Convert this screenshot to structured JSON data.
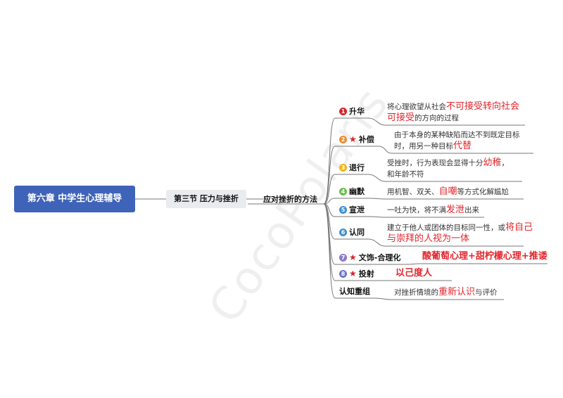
{
  "root": "第六章 中学生心理辅导",
  "section": "第三节 压力与挫折",
  "method": "应对挫折的方法",
  "watermark": "CocoPolaris",
  "colors": {
    "root_bg": "#3f63b8",
    "section_bg": "#e9ebef",
    "line": "#777777",
    "highlight": "#e3242b",
    "star": "#d6262b",
    "badges": [
      "#d6262b",
      "#ee8a2a",
      "#f0b416",
      "#6abf4b",
      "#3d8fd1",
      "#3d8fd1",
      "#8a7bc8",
      "#6d72c7"
    ]
  },
  "items": [
    {
      "num": "1",
      "name": "升华",
      "star": false,
      "lines": [
        [
          {
            "t": "将心理欲望从社会"
          },
          {
            "t": "不可接受转向社会",
            "hl": "red"
          }
        ],
        [
          {
            "t": "可接受",
            "hl": "red"
          },
          {
            "t": "的方向的过程"
          }
        ]
      ]
    },
    {
      "num": "2",
      "name": "补偿",
      "star": true,
      "lines": [
        [
          {
            "t": "由于本身的某种缺陷而达不到既定目标"
          }
        ],
        [
          {
            "t": "时，用另一种目标"
          },
          {
            "t": "代替",
            "hl": "red"
          }
        ]
      ]
    },
    {
      "num": "3",
      "name": "退行",
      "star": false,
      "lines": [
        [
          {
            "t": "受挫时，行为表现会显得十分"
          },
          {
            "t": "幼稚",
            "hl": "red"
          },
          {
            "t": "，"
          }
        ],
        [
          {
            "t": "和年龄不符"
          }
        ]
      ]
    },
    {
      "num": "4",
      "name": "幽默",
      "star": false,
      "lines": [
        [
          {
            "t": "用机智、双关、"
          },
          {
            "t": "自嘲",
            "hl": "red"
          },
          {
            "t": "等方式化解尴尬"
          }
        ]
      ]
    },
    {
      "num": "5",
      "name": "宣泄",
      "star": false,
      "lines": [
        [
          {
            "t": "一吐为快，将不满"
          },
          {
            "t": "发泄",
            "hl": "red"
          },
          {
            "t": "出来"
          }
        ]
      ]
    },
    {
      "num": "6",
      "name": "认同",
      "star": false,
      "lines": [
        [
          {
            "t": "建立于他人或团体的目标同一性，或"
          },
          {
            "t": "将自己",
            "hl": "red"
          }
        ],
        [
          {
            "t": "与崇拜的人视为一体",
            "hl": "red"
          }
        ]
      ]
    },
    {
      "num": "7",
      "name": "文饰-合理化",
      "star": true,
      "lines": [
        [
          {
            "t": "酸葡萄心理+甜柠檬心理+推诿",
            "hl": "redb"
          }
        ]
      ]
    },
    {
      "num": "8",
      "name": "投射",
      "star": true,
      "lines": [
        [
          {
            "t": "以己度人",
            "hl": "redb"
          }
        ]
      ]
    },
    {
      "num": "",
      "name": "认知重组",
      "star": false,
      "lines": [
        [
          {
            "t": "对挫折情境的"
          },
          {
            "t": "重新认识",
            "hl": "red"
          },
          {
            "t": "与评价"
          }
        ]
      ]
    }
  ]
}
